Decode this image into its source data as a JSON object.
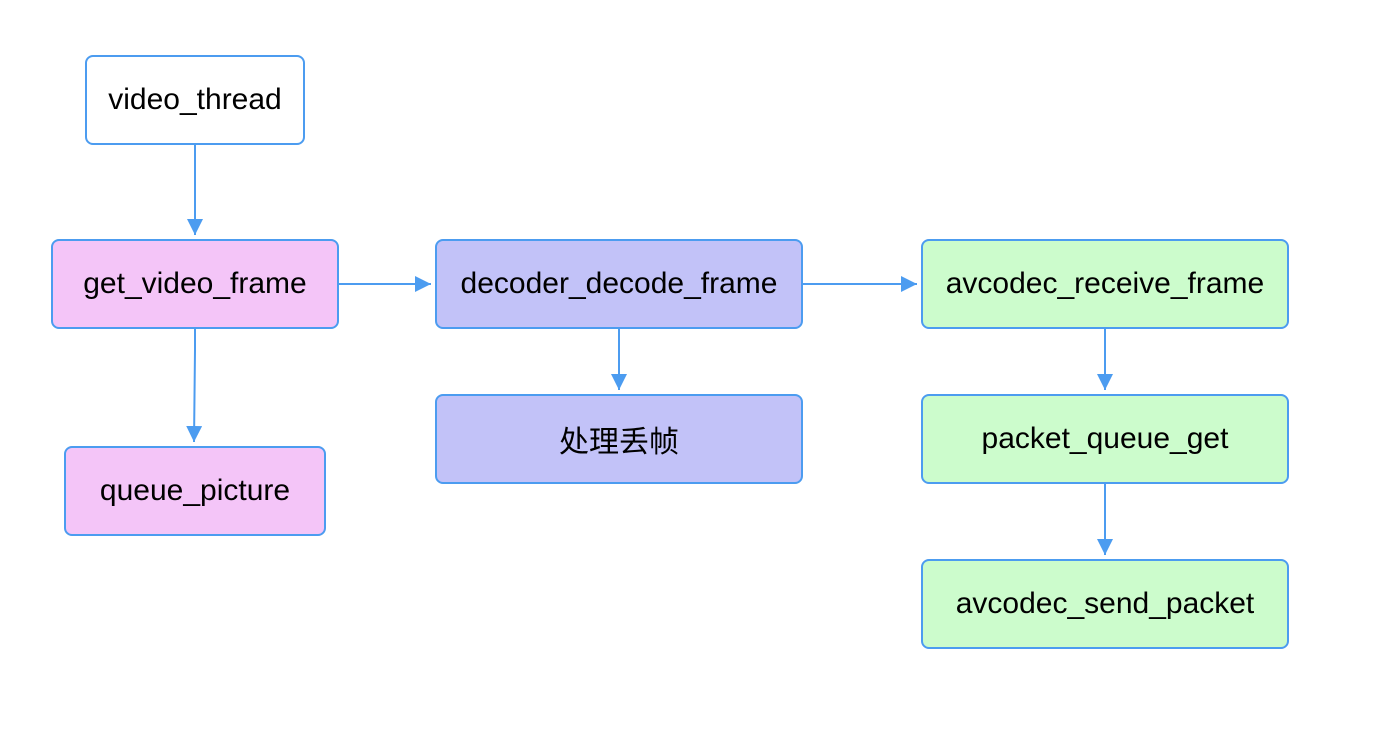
{
  "diagram": {
    "colors": {
      "border": "#4c9cf0",
      "arrow": "#4c9cf0",
      "white_node": "#ffffff",
      "pink_node": "#f4c5f8",
      "purple_node": "#c2c2f8",
      "green_node": "#ccfccc"
    },
    "nodes": {
      "video_thread": "video_thread",
      "get_video_frame": "get_video_frame",
      "queue_picture": "queue_picture",
      "decoder_decode_frame": "decoder_decode_frame",
      "handle_drop": "处理丢帧",
      "avcodec_receive_frame": "avcodec_receive_frame",
      "packet_queue_get": "packet_queue_get",
      "avcodec_send_packet": "avcodec_send_packet"
    },
    "edges": [
      {
        "from": "video_thread",
        "to": "get_video_frame"
      },
      {
        "from": "get_video_frame",
        "to": "queue_picture"
      },
      {
        "from": "get_video_frame",
        "to": "decoder_decode_frame"
      },
      {
        "from": "decoder_decode_frame",
        "to": "handle_drop"
      },
      {
        "from": "decoder_decode_frame",
        "to": "avcodec_receive_frame"
      },
      {
        "from": "avcodec_receive_frame",
        "to": "packet_queue_get"
      },
      {
        "from": "packet_queue_get",
        "to": "avcodec_send_packet"
      }
    ]
  }
}
